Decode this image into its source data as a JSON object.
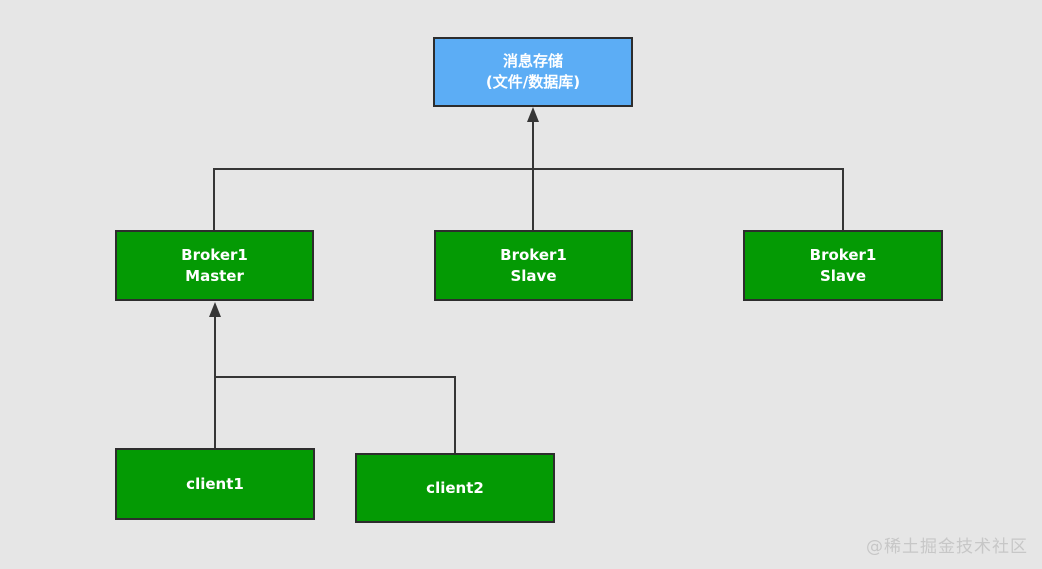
{
  "canvas": {
    "background_color": "#e6e6e6",
    "line_color": "#363636",
    "border_color": "#2d2d2d"
  },
  "nodes": {
    "storage": {
      "label_line1": "消息存储",
      "label_line2": "(文件/数据库)",
      "fill": "#5cadf5",
      "text_color": "#ffffff"
    },
    "broker_master": {
      "label_line1": "Broker1",
      "label_line2": "Master",
      "fill": "#049a04",
      "text_color": "#ffffff"
    },
    "broker_slave1": {
      "label_line1": "Broker1",
      "label_line2": "Slave",
      "fill": "#049a04",
      "text_color": "#ffffff"
    },
    "broker_slave2": {
      "label_line1": "Broker1",
      "label_line2": "Slave",
      "fill": "#049a04",
      "text_color": "#ffffff"
    },
    "client1": {
      "label": "client1",
      "fill": "#049a04",
      "text_color": "#ffffff"
    },
    "client2": {
      "label": "client2",
      "fill": "#049a04",
      "text_color": "#ffffff"
    }
  },
  "edges": [
    {
      "from": "broker_slave1",
      "to": "storage",
      "arrow": "up"
    },
    {
      "from": "broker_master",
      "to": "storage",
      "arrow": "none"
    },
    {
      "from": "broker_slave2",
      "to": "storage",
      "arrow": "none"
    },
    {
      "from": "client1",
      "to": "broker_master",
      "arrow": "up"
    },
    {
      "from": "client2",
      "to": "broker_master",
      "arrow": "none"
    }
  ],
  "watermark": {
    "text": "@稀土掘金技术社区",
    "color": "#c7c7c7"
  }
}
